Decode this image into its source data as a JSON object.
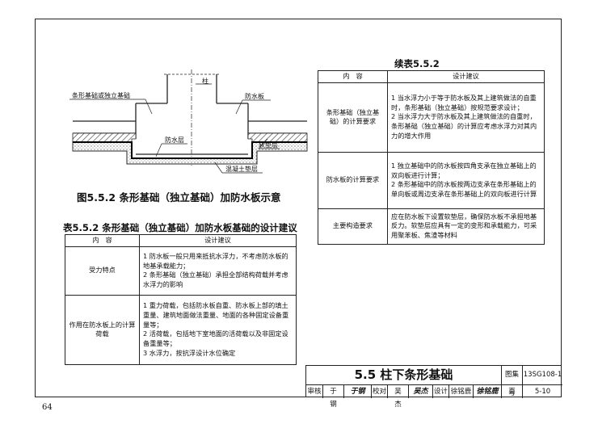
{
  "figure": {
    "caption": "图5.5.2  条形基础（独立基础）加防水板示意",
    "labels": {
      "foundation": "条形基础或独立基础",
      "column": "柱",
      "waterproof_slab": "防水板",
      "waterproof_layer": "防水层",
      "cushion": "软垫层",
      "concrete_bedding": "混凝土垫层"
    }
  },
  "table_left": {
    "title": "表5.5.2  条形基础（独立基础）加防水板基础的设计建议",
    "headers": [
      "内　容",
      "设计建议"
    ],
    "rows": [
      {
        "content": "受力特点",
        "items": [
          "1 防水板一般只用来抵抗水浮力，不考虑防水板的地基承载能力；",
          "2 条形基础（独立基础）承担全部结构荷载并考虑水浮力的影响"
        ]
      },
      {
        "content": "作用在防水板上的计算荷载",
        "items": [
          "1 重力荷载，包括防水板自重、防水板上部的填土重量、建筑地面做法重量、地面的各种固定设备重量等；",
          "2 活荷载，包括地下室地面的活荷载以及非固定设备重量等；",
          "3 水浮力，按抗浮设计水位确定"
        ]
      }
    ]
  },
  "table_right": {
    "title": "续表5.5.2",
    "headers": [
      "内　容",
      "设计建议"
    ],
    "rows": [
      {
        "content": "条形基础（独立基础）的计算要求",
        "items": [
          "1 当水浮力小于等于防水板及其上建筑做法的自重时，条形基础（独立基础）按规范要求设计；",
          "2 当水浮力大于防水板及其上建筑做法的自重时，条形基础（独立基础）的计算应考虑水浮力对其内力的增大作用"
        ]
      },
      {
        "content": "防水板的计算要求",
        "items": [
          "1 独立基础中的防水板按四角支承在独立基础上的双向板进行计算；",
          "2 条形基础中的防水板按两边支承在条形基础上的单向板或周边支承在条形基础上的双向板进行计算"
        ]
      },
      {
        "content": "主要构造要求",
        "items": [
          "应在防水板下设置软垫层，确保防水板不承担地基反力。软垫层应具有一定的变形和承载能力，可采用聚苯板、焦渣等材料"
        ]
      }
    ]
  },
  "title_block": {
    "title": "5.5  柱下条形基础",
    "atlas_label": "图集号",
    "atlas_no": "13SG108-1",
    "review_label": "审核",
    "reviewer": "于　钢",
    "review_sig": "于钢",
    "check_label": "校对",
    "checker": "吴　杰",
    "check_sig": "吴杰",
    "design_label": "设计",
    "designer": "徐铭鹿",
    "design_sig": "徐铭鹿",
    "page_label": "页",
    "page_no": "5-10"
  },
  "page_number": "64",
  "colors": {
    "line": "#222222",
    "paper": "#ffffff"
  }
}
